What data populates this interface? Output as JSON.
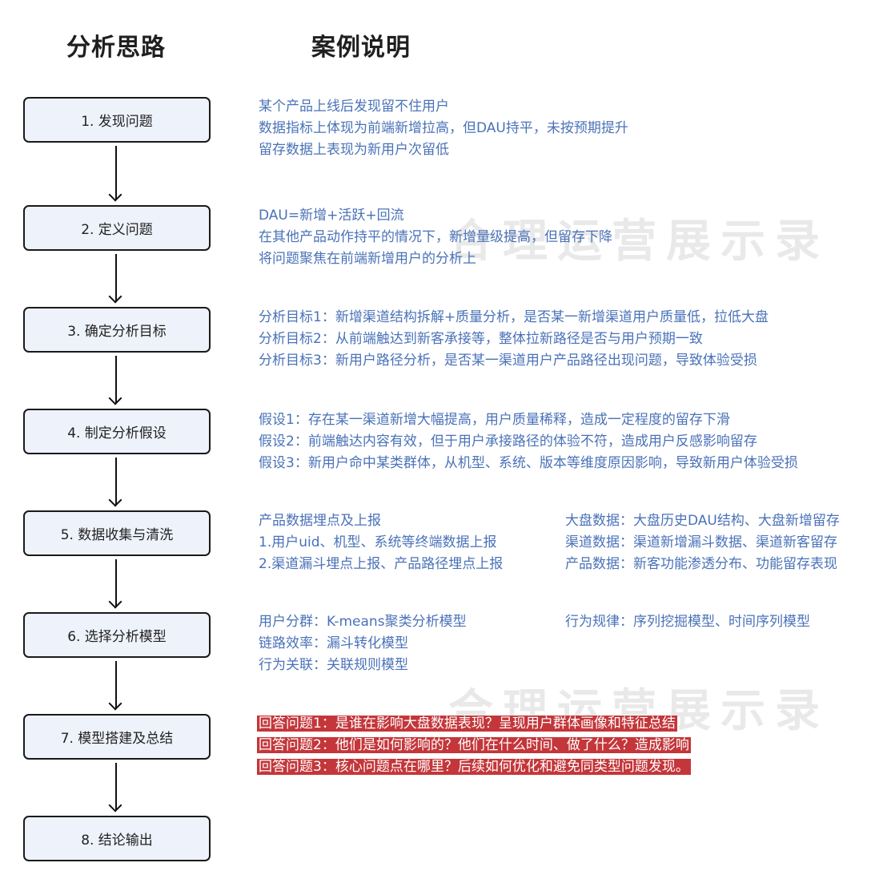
{
  "headings": {
    "left": "分析思路",
    "right": "案例说明"
  },
  "watermark": "合理运营展示录",
  "steps": [
    {
      "label": "1. 发现问题",
      "lines": [
        "某个产品上线后发现留不住用户",
        "数据指标上体现为前端新增拉高，但DAU持平，未按预期提升",
        "留存数据上表现为新用户次留低"
      ]
    },
    {
      "label": "2. 定义问题",
      "lines": [
        "DAU=新增+活跃+回流",
        "在其他产品动作持平的情况下，新增量级提高，但留存下降",
        "将问题聚焦在前端新增用户的分析上"
      ]
    },
    {
      "label": "3. 确定分析目标",
      "lines": [
        "分析目标1：新增渠道结构拆解+质量分析，是否某一新增渠道用户质量低，拉低大盘",
        "分析目标2：从前端触达到新客承接等，整体拉新路径是否与用户预期一致",
        "分析目标3：新用户路径分析，是否某一渠道用户产品路径出现问题，导致体验受损"
      ]
    },
    {
      "label": "4. 制定分析假设",
      "lines": [
        "假设1：存在某一渠道新增大幅提高，用户质量稀释，造成一定程度的留存下滑",
        "假设2：前端触达内容有效，但于用户承接路径的体验不符，造成用户反感影响留存",
        "假设3：新用户命中某类群体，从机型、系统、版本等维度原因影响，导致新用户体验受损"
      ]
    },
    {
      "label": "5. 数据收集与清洗",
      "lines": [
        "产品数据埋点及上报",
        "1.用户uid、机型、系统等终端数据上报",
        "2.渠道漏斗埋点上报、产品路径埋点上报"
      ],
      "lines_right": [
        "大盘数据：大盘历史DAU结构、大盘新增留存",
        "渠道数据：渠道新增漏斗数据、渠道新客留存",
        "产品数据：新客功能渗透分布、功能留存表现"
      ]
    },
    {
      "label": "6. 选择分析模型",
      "lines": [
        "用户分群：K-means聚类分析模型",
        "链路效率：漏斗转化模型",
        "行为关联：关联规则模型"
      ],
      "lines_right": [
        "行为规律：序列挖掘模型、时间序列模型"
      ]
    },
    {
      "label": "7. 模型搭建及总结",
      "lines": [
        "回答问题1：是谁在影响大盘数据表现？呈现用户群体画像和特征总结",
        "回答问题2：他们是如何影响的？他们在什么时间、做了什么？造成影响",
        "回答问题3：核心问题点在哪里？后续如何优化和避免同类型问题发现。"
      ]
    },
    {
      "label": "8. 结论输出",
      "lines": []
    }
  ],
  "colors": {
    "box_fill": "#eef2fb",
    "box_border": "#1a1a1a",
    "desc_text": "#4a72b8",
    "highlight_bg": "#c4363a"
  }
}
